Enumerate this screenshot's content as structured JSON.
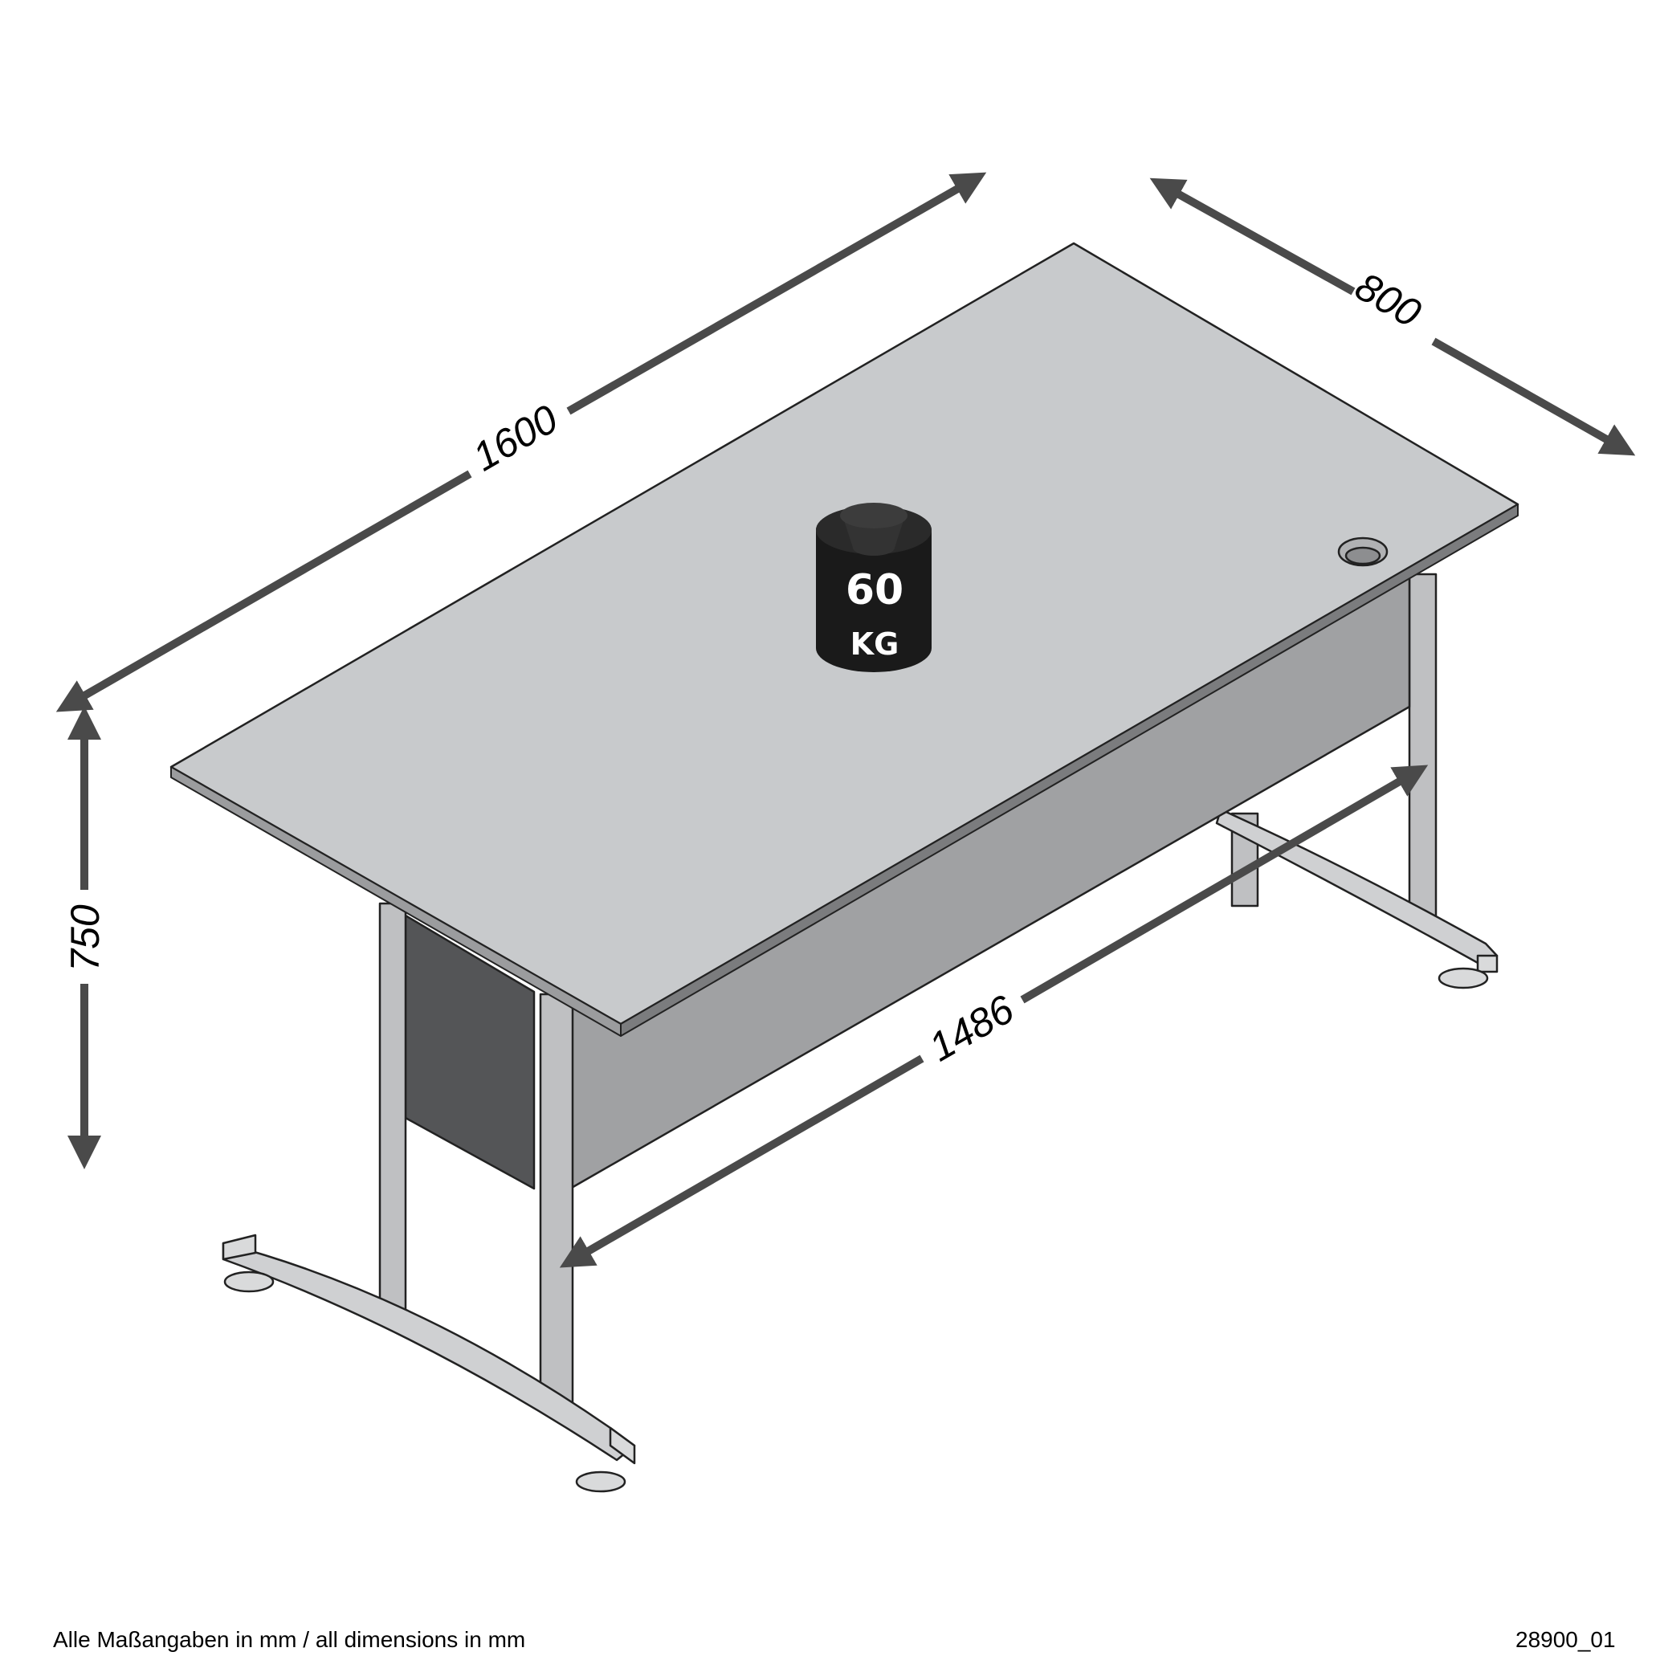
{
  "dimensions": {
    "length": "1600",
    "depth": "800",
    "height": "750",
    "leg_spacing": "1486"
  },
  "load": {
    "value": "60",
    "unit": "KG"
  },
  "footer": {
    "note": "Alle Maßangaben in mm / all dimensions in mm",
    "code": "28900_01"
  },
  "colors": {
    "desktop_top": "#c8cacc",
    "modesty_panel": "#a0a1a3",
    "side_panel": "#545557",
    "frame": "#bfc0c2",
    "arrows": "#4a4a4a",
    "weight": "#1a1a1a"
  }
}
